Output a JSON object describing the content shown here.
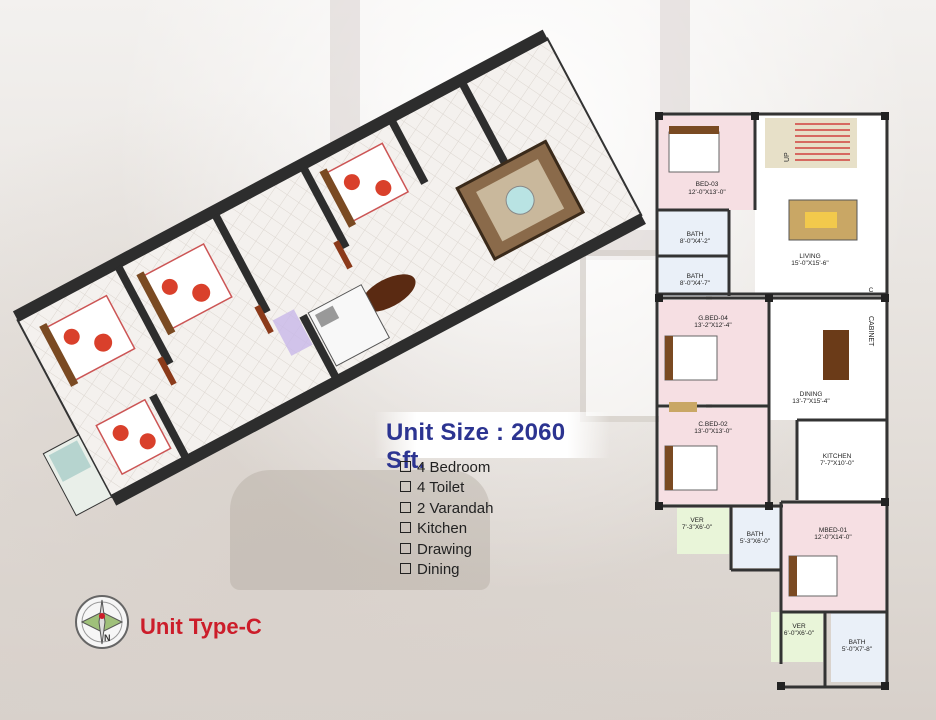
{
  "headline": "Unit Size : 2060 Sft.",
  "features": [
    "4 Bedroom",
    "4 Toilet",
    "2 Varandah",
    "Kitchen",
    "Drawing",
    "Dining"
  ],
  "unit_type": "Unit Type-C",
  "compass_label": "N",
  "plan": {
    "bed03": {
      "name": "BED-03",
      "size": "12'-0\"X13'-0\""
    },
    "bath1": {
      "name": "BATH",
      "size": "8'-0\"X4'-2\""
    },
    "bath2": {
      "name": "BATH",
      "size": "8'-0\"X4'-7\""
    },
    "living": {
      "name": "LIVING",
      "size": "15'-0\"X15'-6\""
    },
    "gbed04": {
      "name": "G.BED-04",
      "size": "13'-2\"X12'-4\""
    },
    "cabinet": "CABINET",
    "dining": {
      "name": "DINING",
      "size": "13'-7\"X15'-4\""
    },
    "cbed02": {
      "name": "C.BED-02",
      "size": "13'-0\"X13'-0\""
    },
    "kitchen": {
      "name": "KITCHEN",
      "size": "7'-7\"X10'-0\""
    },
    "ver1": {
      "name": "VER",
      "size": "7'-3\"X6'-0\""
    },
    "bath3": {
      "name": "BATH",
      "size": "5'-3\"X6'-0\""
    },
    "mbed01": {
      "name": "MBED-01",
      "size": "12'-0\"X14'-0\""
    },
    "ver2": {
      "name": "VER",
      "size": "6'-0\"X6'-0\""
    },
    "bath4": {
      "name": "BATH",
      "size": "5'-0\"X7'-8\""
    },
    "stair_up": "UP",
    "door_c": "C"
  },
  "colors": {
    "headline": "#2c3491",
    "unit_type": "#cc1d2a",
    "bedroom_floor": "#f6dfe3"
  }
}
